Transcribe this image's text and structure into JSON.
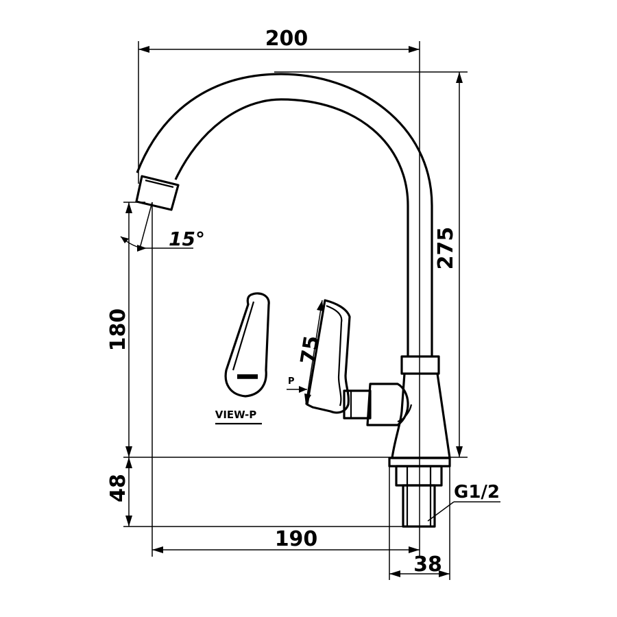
{
  "dimensions": {
    "overall_width": "200",
    "overall_height": "275",
    "spout_outlet_height": "180",
    "base_height": "48",
    "reach": "190",
    "body_diameter": "38",
    "spout_angle": "15°",
    "handle_length": "75",
    "thread": "G1/2"
  },
  "view_p": {
    "label": "VIEW-P",
    "marker": "P"
  }
}
